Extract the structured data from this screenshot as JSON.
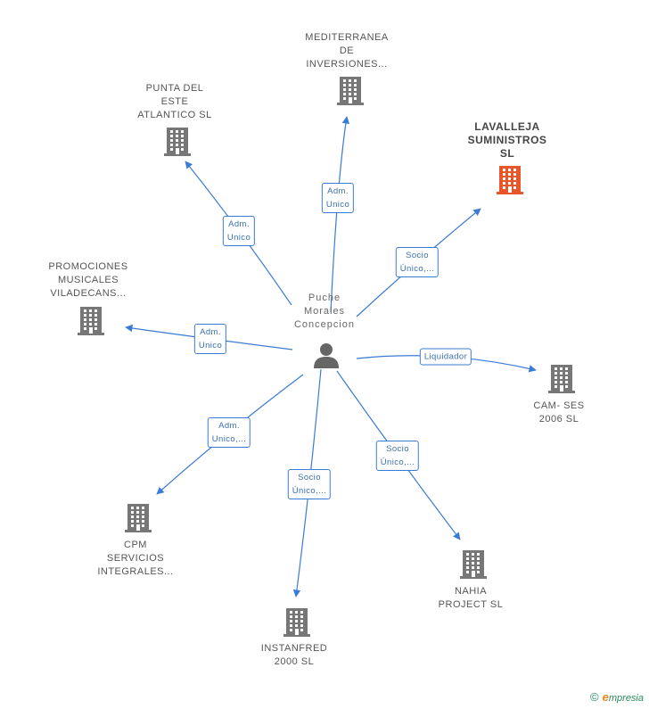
{
  "center": {
    "label": "Puche\nMorales\nConcepcion",
    "icon": "person-icon"
  },
  "nodes": [
    {
      "id": "mediterranea",
      "label": "MEDITERRANEA\nDE\nINVERSIONES...",
      "icon": "building-icon",
      "highlight": false
    },
    {
      "id": "punta",
      "label": "PUNTA DEL\nESTE\nATLANTICO  SL",
      "icon": "building-icon",
      "highlight": false
    },
    {
      "id": "lavalleja",
      "label": "LAVALLEJA\nSUMINISTROS\nSL",
      "icon": "building-icon",
      "highlight": true
    },
    {
      "id": "promociones",
      "label": "PROMOCIONES\nMUSICALES\nVILADECANS...",
      "icon": "building-icon",
      "highlight": false
    },
    {
      "id": "camses",
      "label": "CAM- SES\n2006 SL",
      "icon": "building-icon",
      "highlight": false
    },
    {
      "id": "cpm",
      "label": "CPM\nSERVICIOS\nINTEGRALES...",
      "icon": "building-icon",
      "highlight": false
    },
    {
      "id": "instanfred",
      "label": "INSTANFRED\n2000  SL",
      "icon": "building-icon",
      "highlight": false
    },
    {
      "id": "nahia",
      "label": "NAHIA\nPROJECT  SL",
      "icon": "building-icon",
      "highlight": false
    }
  ],
  "edges": [
    {
      "to": "mediterranea",
      "label": "Adm.\nUnico"
    },
    {
      "to": "punta",
      "label": "Adm.\nUnico"
    },
    {
      "to": "lavalleja",
      "label": "Socio\nÚnico,..."
    },
    {
      "to": "promociones",
      "label": "Adm.\nUnico"
    },
    {
      "to": "camses",
      "label": "Liquidador"
    },
    {
      "to": "cpm",
      "label": "Adm.\nUnico,..."
    },
    {
      "to": "instanfred",
      "label": "Socio\nÚnico,..."
    },
    {
      "to": "nahia",
      "label": "Socio\nÚnico,..."
    }
  ],
  "colors": {
    "edge": "#3a7bd5",
    "building": "#777777",
    "highlight": "#e8562a",
    "person": "#666666"
  },
  "footer": {
    "copyright": "©",
    "brand_initial": "e",
    "brand_rest": "mpresia"
  }
}
